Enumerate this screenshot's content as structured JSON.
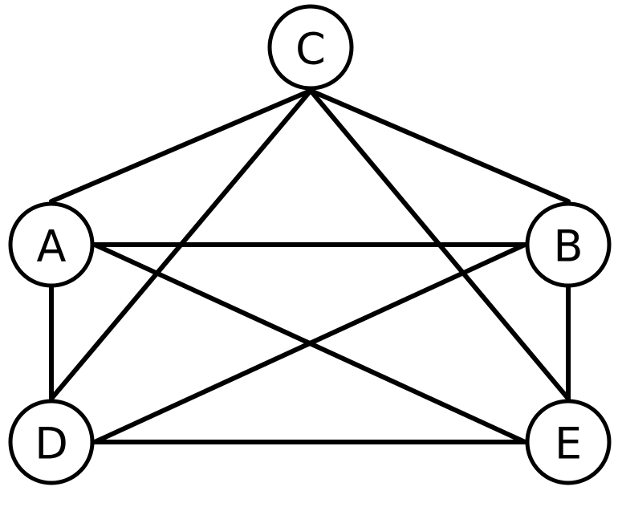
{
  "nodes": [
    {
      "id": "C",
      "label": "C"
    },
    {
      "id": "A",
      "label": "A"
    },
    {
      "id": "B",
      "label": "B"
    },
    {
      "id": "D",
      "label": "D"
    },
    {
      "id": "E",
      "label": "E"
    }
  ],
  "edges": [
    [
      "C",
      "A"
    ],
    [
      "C",
      "B"
    ],
    [
      "C",
      "D"
    ],
    [
      "C",
      "E"
    ],
    [
      "A",
      "B"
    ],
    [
      "A",
      "D"
    ],
    [
      "A",
      "E"
    ],
    [
      "B",
      "D"
    ],
    [
      "B",
      "E"
    ],
    [
      "D",
      "E"
    ]
  ],
  "colors": {
    "stroke": "#000000",
    "fill": "#ffffff"
  }
}
